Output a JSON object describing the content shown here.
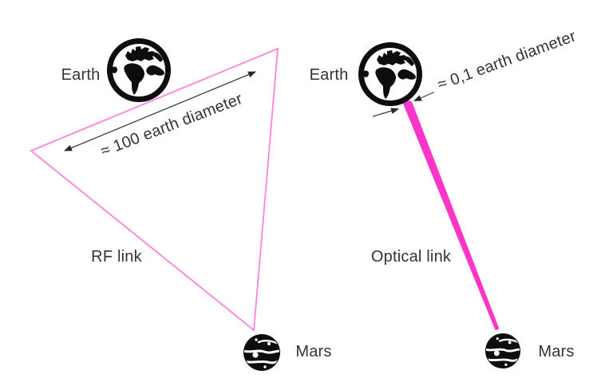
{
  "diagram": {
    "left": {
      "planet_top_label": "Earth",
      "planet_bottom_label": "Mars",
      "link_label": "RF link",
      "measure_label": "≈ 100 earth diameter"
    },
    "right": {
      "planet_top_label": "Earth",
      "planet_bottom_label": "Mars",
      "link_label": "Optical link",
      "measure_label": "≈ 0,1 earth diameter"
    },
    "icons": {
      "earth": "earth-globe-icon",
      "mars": "mars-planet-icon"
    },
    "colors": {
      "rf_cone_outline": "#ff82db",
      "optical_beam": "#fa35c7",
      "arrow": "#3d3d3d",
      "text": "#333333",
      "planet_icon": "#0d0d0d"
    }
  }
}
